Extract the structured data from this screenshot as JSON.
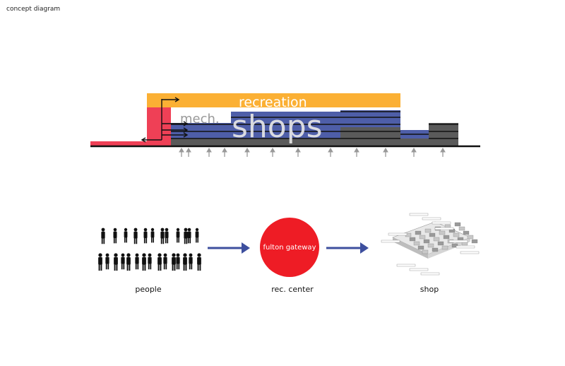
{
  "page": {
    "title": "concept diagram"
  },
  "colors": {
    "recreation": "#fbb034",
    "shops": "#4e5ea8",
    "mech": "#ffffff",
    "base": "#5a5a5a",
    "red": "#ee1c25",
    "arrow": "#3d4f9e",
    "pink": "#ef4056"
  },
  "section": {
    "recreation_label": "recreation",
    "mech_label": "mech.",
    "shops_label": "shops"
  },
  "flow": {
    "gateway_label": "fulton gateway",
    "captions": [
      "people",
      "rec. center",
      "shop"
    ]
  },
  "icons": [
    "people-silhouettes-icon",
    "flow-arrow-icon",
    "shop-axonometric-icon"
  ]
}
